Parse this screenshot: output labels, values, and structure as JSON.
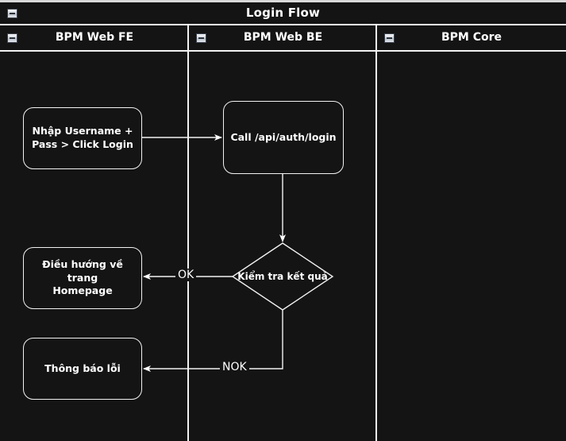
{
  "diagram": {
    "title": "Login Flow",
    "collapse_icon": "minus-box-icon",
    "background_color": "#141414",
    "line_color": "#f2f2f2",
    "text_color": "#ffffff",
    "page_background": "#d9d9d9"
  },
  "lanes": [
    {
      "id": "fe",
      "label": "BPM Web FE",
      "collapse_icon": "minus-box-icon"
    },
    {
      "id": "be",
      "label": "BPM Web BE",
      "collapse_icon": "minus-box-icon"
    },
    {
      "id": "core",
      "label": "BPM Core",
      "collapse_icon": "minus-box-icon"
    }
  ],
  "nodes": [
    {
      "id": "n1",
      "type": "task",
      "lane": "fe",
      "label": "Nhập Username +\nPass > Click Login"
    },
    {
      "id": "n2",
      "type": "task",
      "lane": "be",
      "label": "Call /api/auth/login"
    },
    {
      "id": "n3",
      "type": "gateway",
      "lane": "be",
      "label": "Kiểm tra kết quả"
    },
    {
      "id": "n4",
      "type": "task",
      "lane": "fe",
      "label": "Điều hướng về trang\nHomepage"
    },
    {
      "id": "n5",
      "type": "task",
      "lane": "fe",
      "label": "Thông báo lỗi"
    }
  ],
  "edges": [
    {
      "id": "e1",
      "from": "n1",
      "to": "n2",
      "label": ""
    },
    {
      "id": "e2",
      "from": "n2",
      "to": "n3",
      "label": ""
    },
    {
      "id": "e3",
      "from": "n3",
      "to": "n4",
      "label": "OK"
    },
    {
      "id": "e4",
      "from": "n3",
      "to": "n5",
      "label": "NOK"
    }
  ]
}
